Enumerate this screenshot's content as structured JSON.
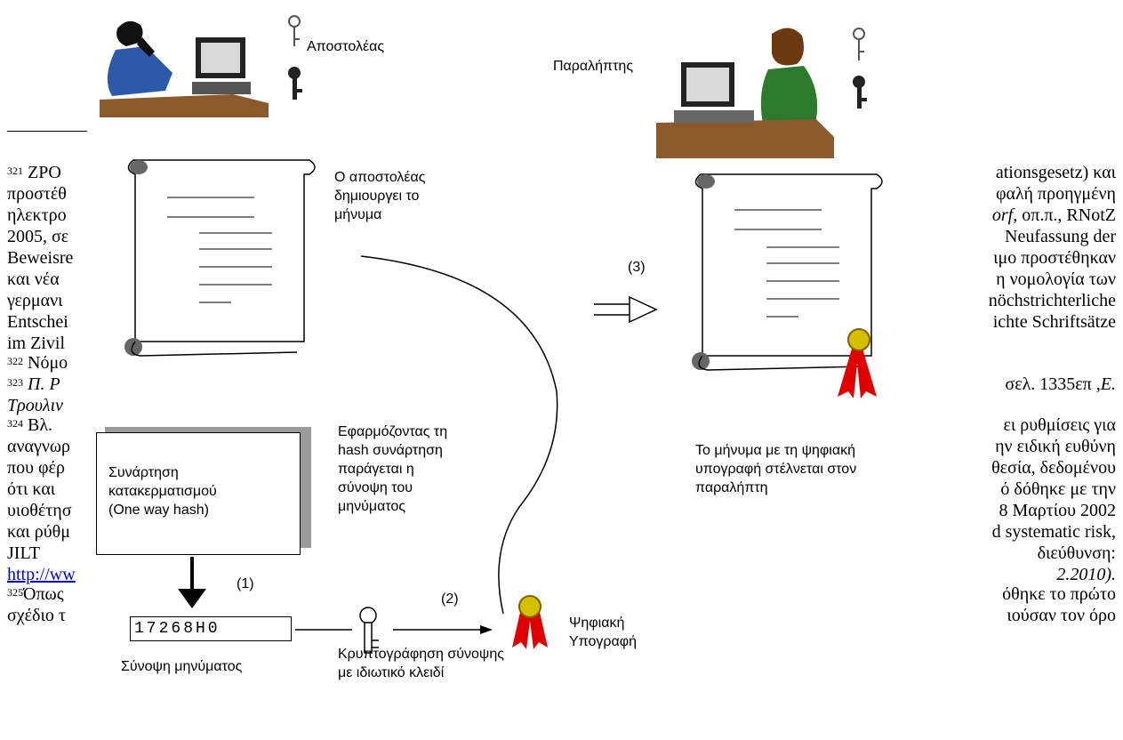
{
  "footnotes": {
    "n321": "321",
    "line1_left": "ZPO",
    "line1_right": "ationsgesetz) και",
    "line2_left": "προστέθ",
    "line2_right": "φαλή προηγμένη",
    "line3_left": "ηλεκτρο",
    "line3_right_italic": "orf",
    "line3_right": ", οπ.π., RNotZ",
    "line4_left": "2005, σε",
    "line4_right": "Neufassung der",
    "line5_left": "Beweisre",
    "line5_right": "ιμο προστέθηκαν",
    "line6_left": "και νέα",
    "line6_right": "η νομολογία των",
    "line7_left": "γερμανι",
    "line7_right": "nöchstrichterliche",
    "line8_left": "Entschei",
    "line8_right": "ichte Schriftsätze",
    "line9_left": "im Zivil",
    "n322": "322",
    "line10_left": "Νόμο",
    "n323": "323",
    "line11_left": "Π. Ρ",
    "line11_right": "σελ. 1335επ ,",
    "line11_right_italic": "Ε.",
    "line12_left": "Τρουλιν",
    "n324": "324",
    "line13_left": "Βλ.",
    "line13_right": "ει ρυθμίσεις για",
    "line14_left": "αναγνωρ",
    "line14_right": "ην ειδική ευθύνη",
    "line15_left": "που φέρ",
    "line15_right": "θεσία, δεδομένου",
    "line16_left": "ότι και",
    "line16_right": "ό δόθηκε με την",
    "line17_left": "υιοθέτησ",
    "line17_right": "8 Μαρτίου 2002",
    "line18_left": "και ρύθμ",
    "line18_right": "d systematic risk,",
    "line19_left": "JILT",
    "line19_right": "διεύθυνση:",
    "line20_link": "http://ww",
    "line20_right": "2.2010).",
    "n325": "325",
    "line21_left": "Όπως",
    "line21_right": "όθηκε το πρώτο",
    "line22_left": "σχέδιο τ",
    "line22_right": "ιούσαν τον όρο"
  },
  "diagram": {
    "sender_label": "Αποστολέας",
    "receiver_label": "Παραλήπτης",
    "sender_creates": [
      "Ο αποστολέας",
      "δημιουργει το",
      "μήνυμα"
    ],
    "step3_label": "(3)",
    "message_sent": [
      "Το μήνυμα με τη ψηφιακή",
      "υπογραφή στέλνεται στον",
      "παραλήπτη"
    ],
    "hash_function": [
      "Συνάρτηση",
      "κατακερματισμού",
      "(One way hash)"
    ],
    "hash_applied": [
      "Εφαρμόζοντας τη",
      "hash συνάρτηση",
      "παράγεται η",
      "σύνοψη του",
      "μηνύματος"
    ],
    "step1_label": "(1)",
    "step2_label": "(2)",
    "digest_value": "17268H0",
    "digest_caption": "Σύνοψη μηνύματος",
    "encrypt_caption": [
      "Κρυπτογράφηση σύνοψης",
      "με ιδιωτικό κλειδί"
    ],
    "signature_label": [
      "Ψηφιακή",
      "Υπογραφή"
    ]
  }
}
